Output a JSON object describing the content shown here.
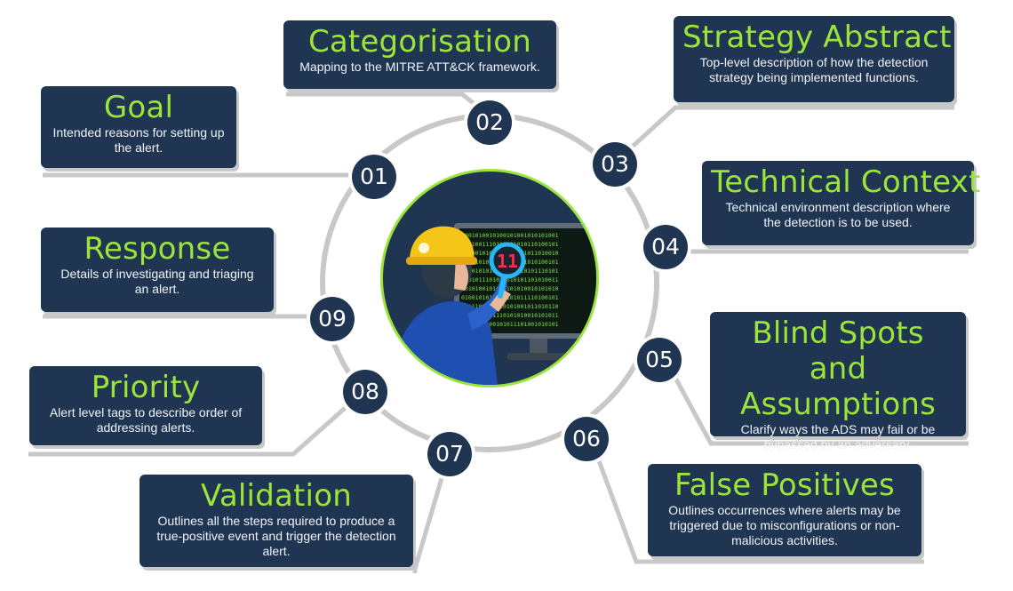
{
  "steps": [
    {
      "num": "01",
      "title": "Goal",
      "desc": "Intended reasons for setting up the alert."
    },
    {
      "num": "02",
      "title": "Categorisation",
      "desc": "Mapping to the MITRE ATT&CK framework."
    },
    {
      "num": "03",
      "title": "Strategy Abstract",
      "desc": "Top-level description of how the detection strategy being implemented functions."
    },
    {
      "num": "04",
      "title": "Technical Context",
      "desc": "Technical environment description where the detection is to be used."
    },
    {
      "num": "05",
      "title": "Blind Spots and Assumptions",
      "desc": "Clarify ways the ADS may fail or be bypassed by an adversary."
    },
    {
      "num": "06",
      "title": "False Positives",
      "desc": "Outlines occurrences where alerts may be triggered due to misconfigurations or non-malicious activities."
    },
    {
      "num": "07",
      "title": "Validation",
      "desc": "Outlines all the steps required to produce a true-positive event and trigger the detection alert."
    },
    {
      "num": "08",
      "title": "Priority",
      "desc": "Alert level tags to describe order of addressing alerts."
    },
    {
      "num": "09",
      "title": "Response",
      "desc": "Details of investigating and triaging an alert."
    }
  ],
  "colors": {
    "card": "#1f3552",
    "accent": "#9be53a",
    "connector": "#c8c8c8",
    "magnifier": "#29b6f6",
    "helmet": "#f5c518"
  },
  "center_icon": "analyst-with-magnifier-icon"
}
